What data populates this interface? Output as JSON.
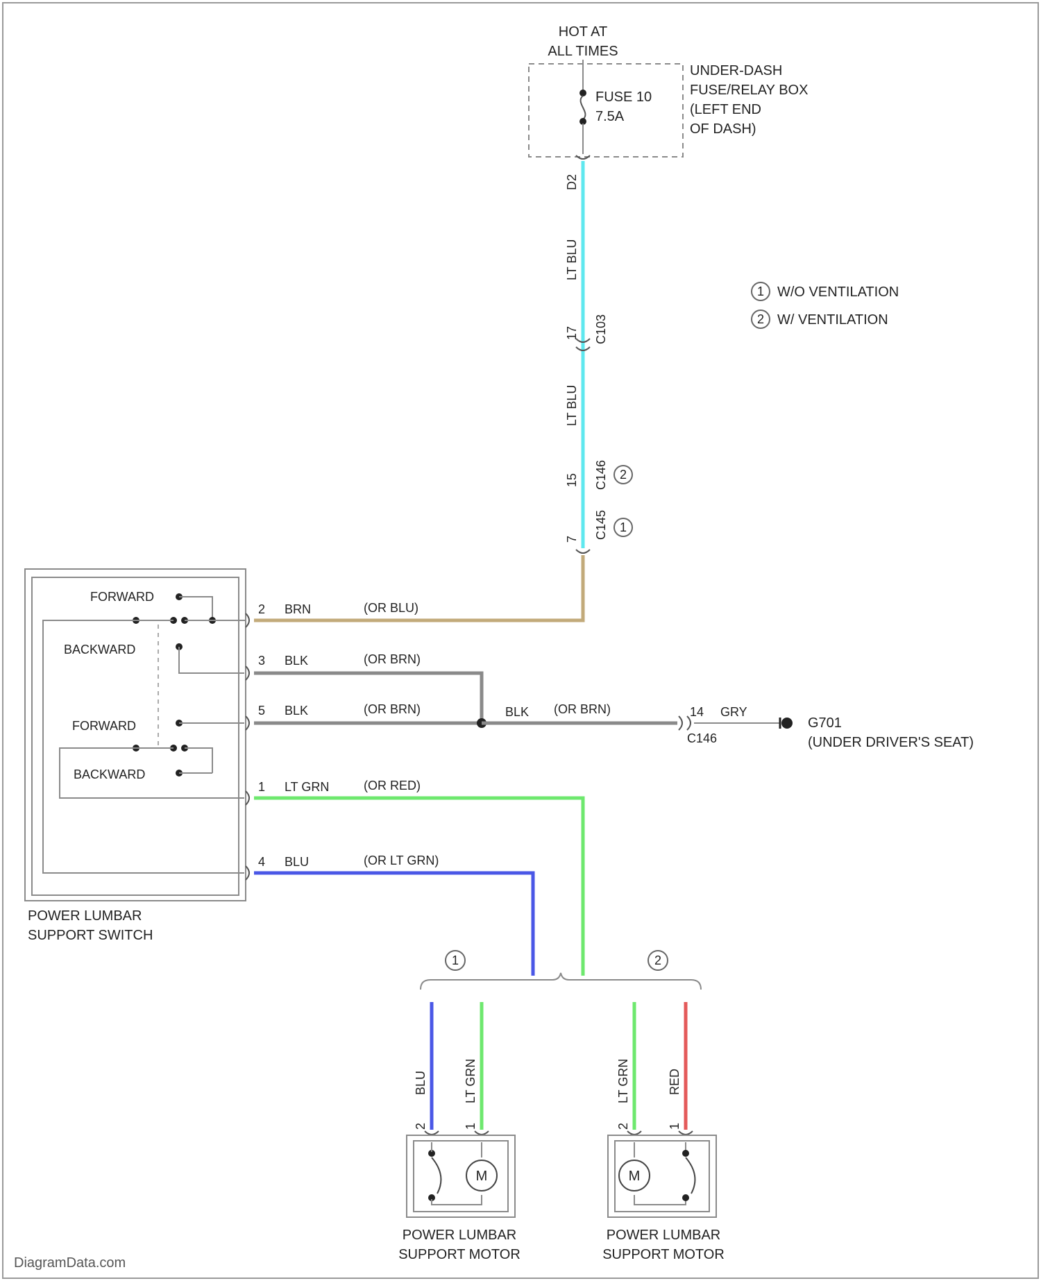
{
  "colors": {
    "lt_blu": "#5fe8ef",
    "brn": "#c2aa7a",
    "blk": "#8a8a8a",
    "lt_grn": "#6ee86e",
    "blu": "#4a57e6",
    "red": "#e45a5a"
  },
  "power": {
    "hot_line1": "HOT AT",
    "hot_line2": "ALL TIMES",
    "fuse_name": "FUSE 10",
    "fuse_rating": "7.5A",
    "box_line1": "UNDER-DASH",
    "box_line2": "FUSE/RELAY BOX",
    "box_line3": "(LEFT END",
    "box_line4": "OF DASH)",
    "pin_out": "D2"
  },
  "legend": {
    "item1_num": "1",
    "item1_text": "W/O VENTILATION",
    "item2_num": "2",
    "item2_text": "W/ VENTILATION"
  },
  "feed": {
    "wire1_color": "LT BLU",
    "c1_pin": "17",
    "c1_name": "C103",
    "wire2_color": "LT BLU",
    "c2_pin": "15",
    "c2_name": "C146",
    "c2_variant": "2",
    "c3_pin": "7",
    "c3_name": "C145",
    "c3_variant": "1"
  },
  "switch": {
    "label_line1": "POWER LUMBAR",
    "label_line2": "SUPPORT SWITCH",
    "forward1": "FORWARD",
    "backward1": "BACKWARD",
    "forward2": "FORWARD",
    "backward2": "BACKWARD"
  },
  "wires": {
    "w2_pin": "2",
    "w2_color": "BRN",
    "w2_alt": "(OR BLU)",
    "w3_pin": "3",
    "w3_color": "BLK",
    "w3_alt": "(OR BRN)",
    "w5_pin": "5",
    "w5_color": "BLK",
    "w5_alt": "(OR BRN)",
    "gnd_color": "BLK",
    "gnd_alt": "(OR BRN)",
    "w1_pin": "1",
    "w1_color": "LT GRN",
    "w1_alt": "(OR RED)",
    "w4_pin": "4",
    "w4_color": "BLU",
    "w4_alt": "(OR LT GRN)"
  },
  "ground": {
    "pin": "14",
    "wire_color": "GRY",
    "connector": "C146",
    "name": "G701",
    "location": "(UNDER DRIVER'S SEAT)"
  },
  "motors": {
    "variant1": "1",
    "variant2": "2",
    "m1_left_color": "BLU",
    "m1_left_pin": "2",
    "m1_right_color": "LT GRN",
    "m1_right_pin": "1",
    "m2_left_color": "LT GRN",
    "m2_left_pin": "2",
    "m2_right_color": "RED",
    "m2_right_pin": "1",
    "motor_symbol": "M",
    "label_line1": "POWER LUMBAR",
    "label_line2": "SUPPORT MOTOR"
  },
  "watermark": "DiagramData.com"
}
